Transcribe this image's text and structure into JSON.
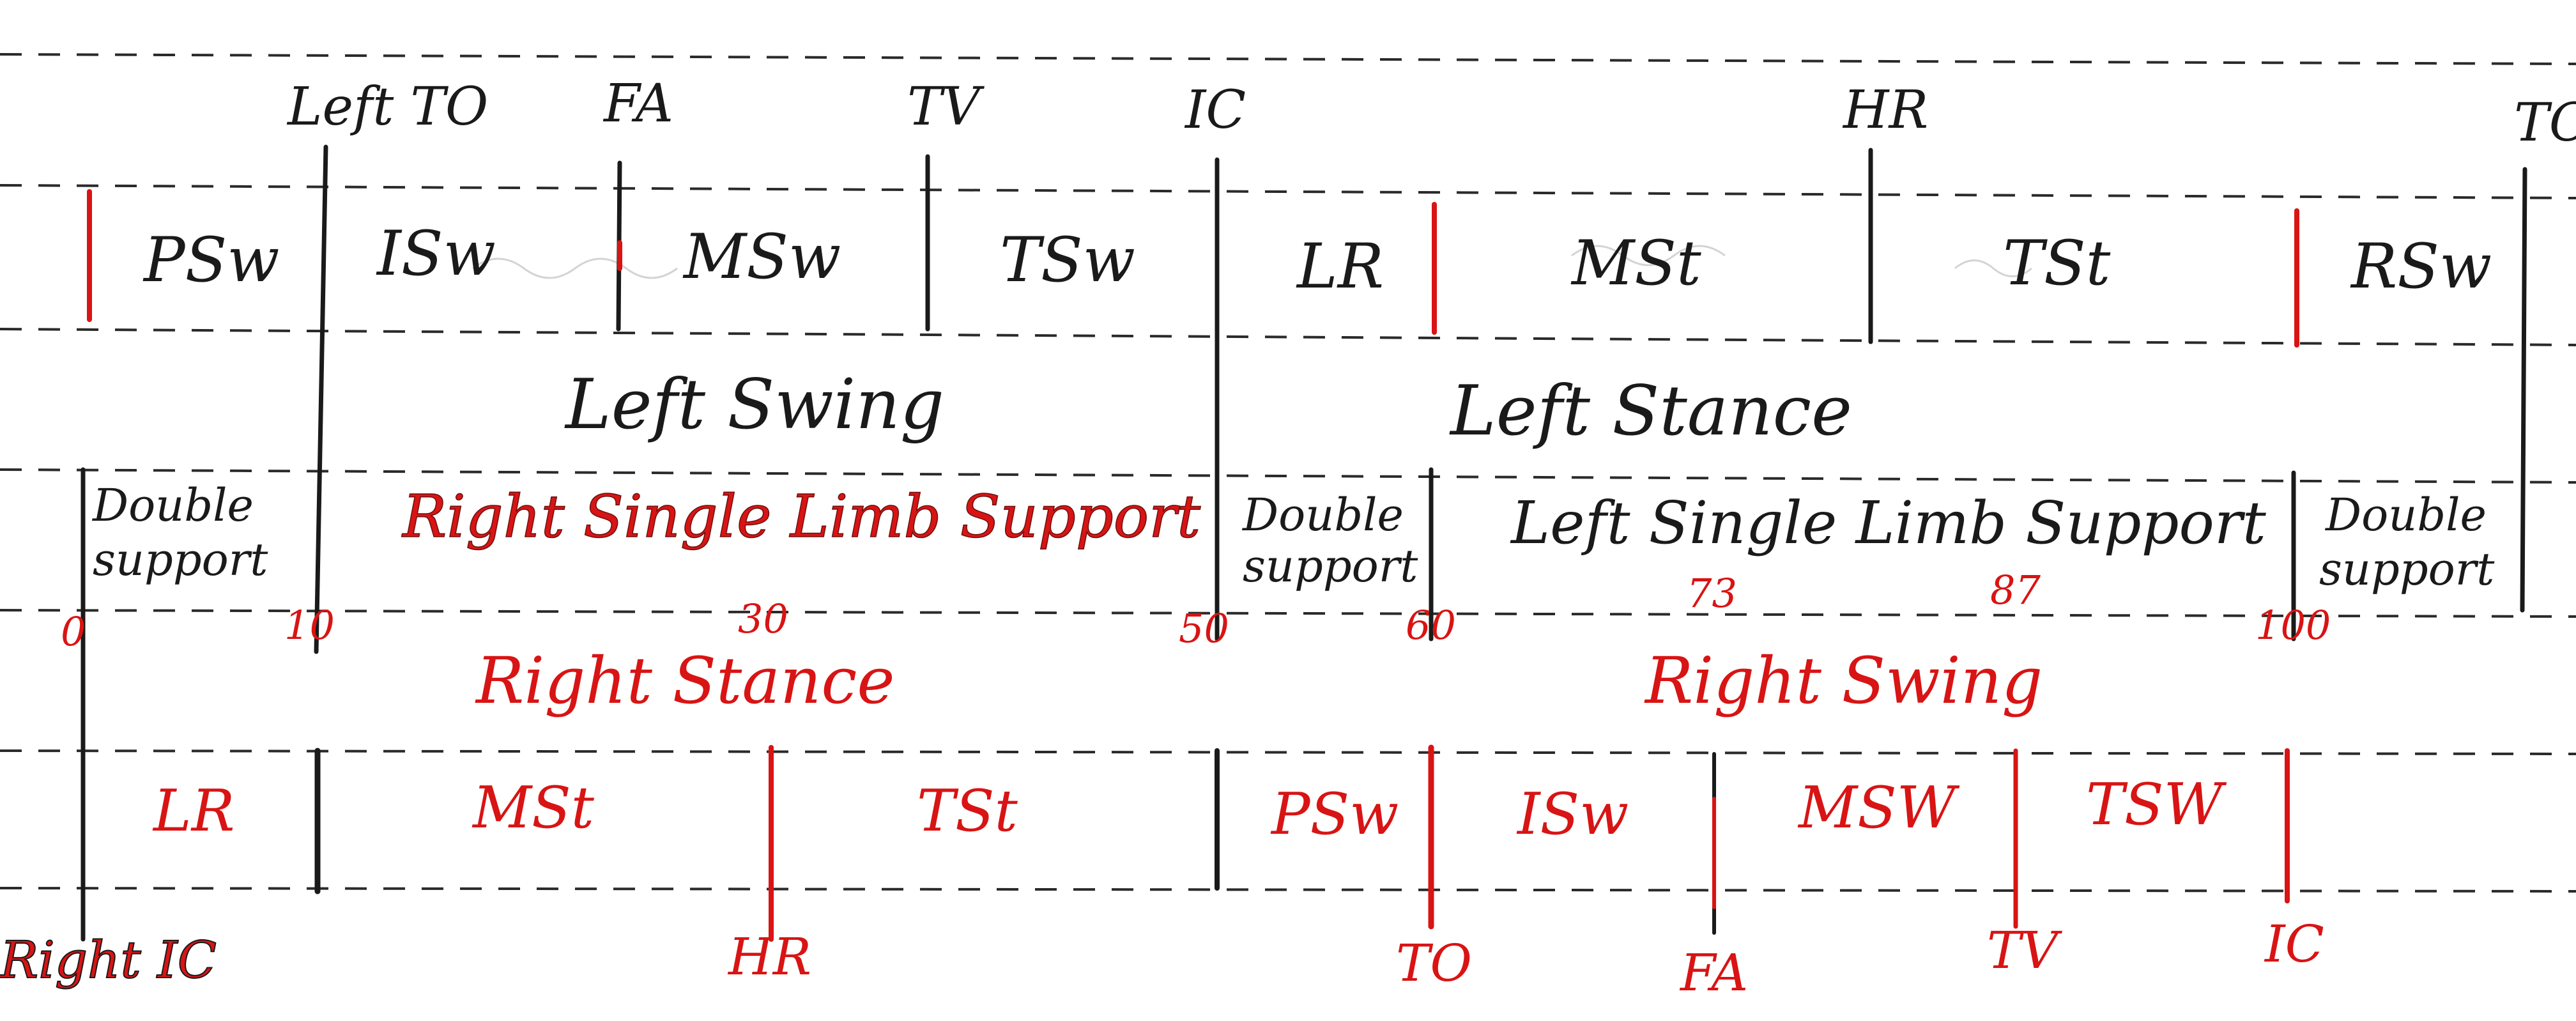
{
  "colors": {
    "ink": "#1a1a1a",
    "red": "#d81414",
    "rule": "#2a2a2a",
    "faint": "#c9c9c9",
    "paper": "#ffffff"
  },
  "left_events": {
    "to": "Left TO",
    "fa": "FA",
    "tv": "TV",
    "ic": "IC",
    "hr": "HR",
    "to_end": "TO"
  },
  "left_phases": {
    "psw": "PSw",
    "isw": "ISw",
    "msw": "MSw",
    "tsw": "TSw",
    "lr": "LR",
    "mst": "MSt",
    "tst": "TSt",
    "rsw": "RSw"
  },
  "left_periods": {
    "swing": "Left  Swing",
    "stance": "Left  Stance"
  },
  "support": {
    "double1_line1": "Double",
    "double1_line2": "support",
    "right_single": "Right Single Limb Support",
    "double2_line1": "Double",
    "double2_line2": "support",
    "left_single": "Left Single Limb Support",
    "double3_line1": "Double",
    "double3_line2": "support"
  },
  "percent": {
    "p0": "0",
    "p10": "10",
    "p30": "30",
    "p50": "50",
    "p60": "60",
    "p73": "73",
    "p87": "87",
    "p100": "100"
  },
  "right_periods": {
    "stance": "Right  Stance",
    "swing": "Right  Swing"
  },
  "right_phases": {
    "lr": "LR",
    "mst": "MSt",
    "tst": "TSt",
    "psw": "PSw",
    "isw": "ISw",
    "msw": "MSW",
    "tsw": "TSW"
  },
  "right_events": {
    "ic": "Right IC",
    "hr": "HR",
    "to": "TO",
    "fa": "FA",
    "tv": "TV",
    "ic_end": "IC"
  }
}
